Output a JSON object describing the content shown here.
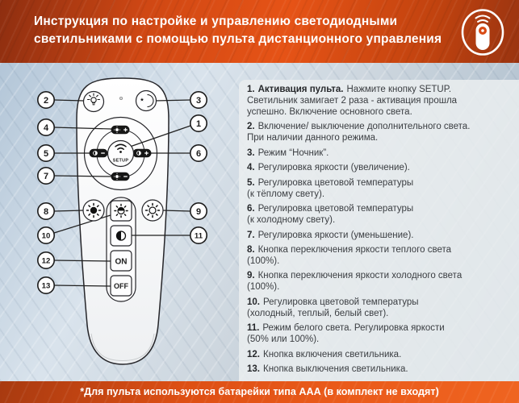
{
  "header": {
    "title": "Инструкция по настройке и управлению светодиодными\nсветильниками с помощью пульта дистанционного управления",
    "icon": "remote-control-icon"
  },
  "remote": {
    "callouts": [
      "1",
      "2",
      "3",
      "4",
      "5",
      "6",
      "7",
      "8",
      "9",
      "10",
      "11",
      "12",
      "13"
    ],
    "setup_label": "SETUP",
    "on_label": "ON",
    "off_label": "OFF",
    "icons": {
      "btn2": "main-light-bulb-icon",
      "btn3": "night-mode-moon-star-icon",
      "btn4": "brightness-plus-icon",
      "btn5": "color-temp-warm-minus-icon",
      "btn6": "color-temp-cold-plus-icon",
      "btn7": "brightness-minus-icon",
      "btn8": "warm-light-filled-sun-icon",
      "btn9": "cold-light-outline-sun-icon",
      "btn10": "color-temp-cycle-half-sun-icon",
      "btn11": "white-light-contrast-icon",
      "setup": "wifi-icon",
      "star_glyph": "★"
    }
  },
  "instructions": [
    {
      "num": "1.",
      "lead": "Активация пульта.",
      "text": "Нажмите кнопку SETUP.\nСветильник замигает 2 раза - активация прошла\nуспешно. Включение основного света."
    },
    {
      "num": "2.",
      "text": "Включение/ выключение дополнительного света.\nПри наличии данного режима."
    },
    {
      "num": "3.",
      "text": "Режим “Ночник”."
    },
    {
      "num": "4.",
      "text": "Регулировка яркости (увеличение)."
    },
    {
      "num": "5.",
      "text": "Регулировка цветовой температуры\n(к тёплому свету)."
    },
    {
      "num": "6.",
      "text": "Регулировка цветовой температуры\n(к холодному свету)."
    },
    {
      "num": "7.",
      "text": "Регулировка яркости (уменьшение)."
    },
    {
      "num": "8.",
      "text": "Кнопка переключения яркости теплого света\n(100%)."
    },
    {
      "num": "9.",
      "text": "Кнопка переключения яркости холодного света\n(100%)."
    },
    {
      "num": "10.",
      "text": "Регулировка цветовой температуры\n(холодный, теплый, белый свет)."
    },
    {
      "num": "11.",
      "text": "Режим белого света. Регулировка яркости\n(50% или 100%)."
    },
    {
      "num": "12.",
      "text": "Кнопка включения светильника."
    },
    {
      "num": "13.",
      "text": "Кнопка выключения светильника."
    }
  ],
  "footer": {
    "note": "*Для пульта используются батарейки типа ААА (в комплект не входят)"
  },
  "colors": {
    "header_orange": "#e65316",
    "header_orange_dark": "#8e2e10",
    "footer_orange": "#ea5a1a",
    "background_blue": "#c3d2e0",
    "panel_gray": "#ebeef0",
    "text_dark": "#3a3d41"
  }
}
